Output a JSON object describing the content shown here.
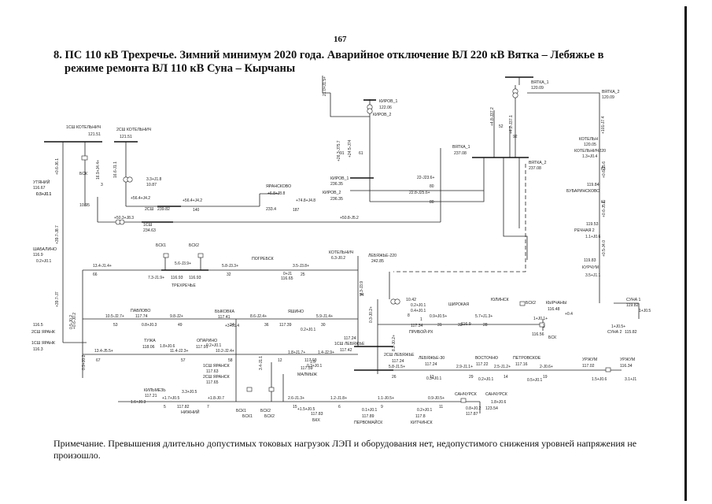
{
  "page_number": "167",
  "heading": {
    "line1": "8. ПС 110 кВ Трехречье. Зимний минимум 2020 года. Аварийное отключение ВЛ 220 кВ Вятка – Лебяжье в",
    "line2": "режиме ремонта ВЛ 110 кВ Суна – Кырчаны"
  },
  "note": "Примечание. Превышения длительно допустимых токовых нагрузок ЛЭП и оборудования нет, недопустимого снижения уровней напряжения не произошло.",
  "labels": [
    {
      "id": "kirov1",
      "text": "КИРОВ_1"
    },
    {
      "id": "kirov1-v",
      "text": "122.06"
    },
    {
      "id": "kirov2",
      "text": "КИРОВ_2"
    },
    {
      "id": "vyatka1",
      "text": "ВЯТКА_1"
    },
    {
      "id": "vyatka1-v",
      "text": "120.09"
    },
    {
      "id": "vyatka2",
      "text": "ВЯТКА_2"
    },
    {
      "id": "vyatka2-v",
      "text": "120.09"
    },
    {
      "id": "kotelnich1",
      "text": "1СШ КОТЕЛЬНИЧ"
    },
    {
      "id": "kotelnich1-v",
      "text": "121.51"
    },
    {
      "id": "kotelnich2",
      "text": "2СШ КОТЕЛЬНИЧ"
    },
    {
      "id": "kotelnich2-v",
      "text": "121.51"
    },
    {
      "id": "bsk-kot",
      "text": "БСК"
    },
    {
      "id": "v1095",
      "text": "10.95"
    },
    {
      "id": "v1087",
      "text": "10.87"
    },
    {
      "id": "2ssh",
      "text": "2СШ"
    },
    {
      "id": "v23982",
      "text": "239.82"
    },
    {
      "id": "1ssh",
      "text": "1СШ"
    },
    {
      "id": "v23463",
      "text": "234.63"
    },
    {
      "id": "yaransk-node",
      "text": "ЯРАНСКОВО"
    },
    {
      "id": "v2334",
      "text": "233.4"
    },
    {
      "id": "kirov-2-220a",
      "text": "КИРОВ_1"
    },
    {
      "id": "kirov-2-220a-v",
      "text": "236.35"
    },
    {
      "id": "kirov-2-220b",
      "text": "КИРОВ_2"
    },
    {
      "id": "kirov-2-220b-v",
      "text": "236.35"
    },
    {
      "id": "vyatka-220a",
      "text": "ВЯТКА_1"
    },
    {
      "id": "vyatka-220a-v",
      "text": "237.08"
    },
    {
      "id": "vyatka-220b",
      "text": "ВЯТКА_2"
    },
    {
      "id": "vyatka-220b-v",
      "text": "237.08"
    },
    {
      "id": "utyaniy",
      "text": "УТЯНИЙ"
    },
    {
      "id": "utyaniy-v",
      "text": "116.67"
    },
    {
      "id": "shabalino",
      "text": "ШАБАЛИНО"
    },
    {
      "id": "shabalino-v",
      "text": "116.9"
    },
    {
      "id": "trehreche",
      "text": "ТРЕХРЕЧЬЕ"
    },
    {
      "id": "bsk1-top",
      "text": "БСК1"
    },
    {
      "id": "bsk2-top",
      "text": "БСК2"
    },
    {
      "id": "v11693",
      "text": "116.93"
    },
    {
      "id": "v11693b",
      "text": "116.93"
    },
    {
      "id": "pogreb",
      "text": "ПОГРЕБСК"
    },
    {
      "id": "pogreb-v",
      "text": "116.65"
    },
    {
      "id": "kotelnich-t",
      "text": "КОТЕЛЬНИЧ"
    },
    {
      "id": "lebyazhe",
      "text": "ЛЕБЯЖЬЕ-220"
    },
    {
      "id": "lebyazhe-v",
      "text": "242.85"
    },
    {
      "id": "kotelnich3",
      "text": "КОТЕЛЬН"
    },
    {
      "id": "kotelnich3-v",
      "text": "120.05"
    },
    {
      "id": "kotelnich-220",
      "text": "КОТЕЛЬНИЧ220"
    },
    {
      "id": "v11594",
      "text": "119.84"
    },
    {
      "id": "bubarinsk",
      "text": "БУБАРИНСКОВО"
    },
    {
      "id": "v11953",
      "text": "119.53"
    },
    {
      "id": "rechnaya",
      "text": "РЕЧНАЯ 2"
    },
    {
      "id": "v11983",
      "text": "119.83"
    },
    {
      "id": "kurchum",
      "text": "КУРЧУМ"
    },
    {
      "id": "suna1",
      "text": "СУНА 1"
    },
    {
      "id": "suna1-v",
      "text": "119.82"
    },
    {
      "id": "suna2",
      "text": "СУНА 2"
    },
    {
      "id": "suna2-v",
      "text": "115.82"
    },
    {
      "id": "yolinsk",
      "text": "ЮЛИНСК"
    },
    {
      "id": "bsk-yol",
      "text": "БСК2"
    },
    {
      "id": "kyrchany",
      "text": "КЫРЧАНЫ"
    },
    {
      "id": "kyrchany-v",
      "text": "116.48"
    },
    {
      "id": "shirokaya",
      "text": "ШИРОКАЯ"
    },
    {
      "id": "shirokaya-v",
      "text": "116.9"
    },
    {
      "id": "pavlovo",
      "text": "ПАВЛОВО"
    },
    {
      "id": "pavlovo-v",
      "text": "117.74"
    },
    {
      "id": "bykovka",
      "text": "БЫКОВКА"
    },
    {
      "id": "bykovka-v",
      "text": "117.41"
    },
    {
      "id": "kashkino",
      "text": "ЯШИНО"
    },
    {
      "id": "kashkino-v",
      "text": "117.39"
    },
    {
      "id": "priboy",
      "text": "ПРИБОЙ-РХ"
    },
    {
      "id": "priboy-v",
      "text": "117.34"
    },
    {
      "id": "v11656",
      "text": "116.56"
    },
    {
      "id": "bsk-pr",
      "text": "БСК"
    },
    {
      "id": "yarsk1",
      "text": "1СШ ЯРАНК"
    },
    {
      "id": "yarsk1-v",
      "text": "116.3"
    },
    {
      "id": "yarsk-top",
      "text": "2СШ ЯРАНК"
    },
    {
      "id": "yarsk-top-v",
      "text": "116.5"
    },
    {
      "id": "tuzha",
      "text": "ТУЖА"
    },
    {
      "id": "tuzha-v",
      "text": "118.06"
    },
    {
      "id": "oparino",
      "text": "ОПАРИНО"
    },
    {
      "id": "oparino-v",
      "text": "117.91"
    },
    {
      "id": "yar1ssh",
      "text": "1СШ ЯРАНСК"
    },
    {
      "id": "yar1ssh-v",
      "text": "117.63"
    },
    {
      "id": "yar2ssh",
      "text": "2СШ ЯРАНСК"
    },
    {
      "id": "yar2ssh-v",
      "text": "117.65"
    },
    {
      "id": "bsk1-b",
      "text": "БСК1"
    },
    {
      "id": "bsk2-b",
      "text": "БСК2"
    },
    {
      "id": "leb1ssh",
      "text": "1СШ ЛЕБЯЖЬЕ"
    },
    {
      "id": "leb1ssh-v",
      "text": "117.24"
    },
    {
      "id": "malmyzh",
      "text": "МАЛМЫЖ"
    },
    {
      "id": "malmyzh-v",
      "text": "117.59"
    },
    {
      "id": "leb2ssh",
      "text": "2СШ ЛЕБЯЖЬЕ"
    },
    {
      "id": "leb2ssh-v",
      "text": "117.24"
    },
    {
      "id": "lebyazhe30",
      "text": "ЛЕБЯЖЬЕ-30"
    },
    {
      "id": "lebyazhe30-v",
      "text": "117.24"
    },
    {
      "id": "vostok",
      "text": "ВОСТОЧНО"
    },
    {
      "id": "vostok-v",
      "text": "117.22"
    },
    {
      "id": "petrovsk",
      "text": "ПЕТРОВСКОЕ"
    },
    {
      "id": "petrovsk-v",
      "text": "117.16"
    },
    {
      "id": "urzhum",
      "text": "УРЖУМ"
    },
    {
      "id": "urzhum-v",
      "text": "117.02"
    },
    {
      "id": "urzhum2",
      "text": "УРЖУМ"
    },
    {
      "id": "urzhum2-v",
      "text": "116.34"
    },
    {
      "id": "kilmez",
      "text": "КИЛЬМЕЗЬ"
    },
    {
      "id": "kilmez-v",
      "text": "117.21"
    },
    {
      "id": "v11782",
      "text": "117.82"
    },
    {
      "id": "nizhn",
      "text": "НИЖНИЙ"
    },
    {
      "id": "bsk1-c",
      "text": "БСК1"
    },
    {
      "id": "bsk2-c",
      "text": "БСК2"
    },
    {
      "id": "sanchursk",
      "text": "САНЧУРСК"
    },
    {
      "id": "sanchursk-v",
      "text": "117.87"
    },
    {
      "id": "sanchursk2",
      "text": "САНЧУРСК"
    },
    {
      "id": "sanchursk2-v",
      "text": "123.54"
    },
    {
      "id": "v11783",
      "text": "117.83"
    },
    {
      "id": "v11789",
      "text": "117.89"
    },
    {
      "id": "v1178",
      "text": "117.8"
    },
    {
      "id": "bkh",
      "text": "БКХ"
    },
    {
      "id": "pervomaysk",
      "text": "ПЕРВОМАЙСК"
    },
    {
      "id": "kitchinsk",
      "text": "КИТЧИНСК"
    },
    {
      "id": "v11703",
      "text": "117.03"
    },
    {
      "id": "v11742",
      "text": "117.42"
    },
    {
      "id": "v1062",
      "text": "10.42"
    }
  ],
  "flows": [
    {
      "id": "f-kirov-top",
      "text": "21.0+J1.5+"
    },
    {
      "id": "f-vyatka-v1",
      "text": "+4.8-J37.2"
    },
    {
      "id": "f-vyatka-v2",
      "text": "+4.2-J37.1"
    },
    {
      "id": "f-vyatka-right",
      "text": "+101-J7.4"
    },
    {
      "id": "f-kirov-v1",
      "text": "+26.3-J75.7"
    },
    {
      "id": "f-kirov-v2",
      "text": "+24.5-J74"
    },
    {
      "id": "f-kot-a",
      "text": "0.5+J0.1"
    },
    {
      "id": "f-kot-b",
      "text": "+0.6-J6.1"
    },
    {
      "id": "f-kot-c",
      "text": "16.9+J4.4+"
    },
    {
      "id": "f-kot-d",
      "text": "16.6-J1.1"
    },
    {
      "id": "f-bsk1",
      "text": "3.3+J1.8"
    },
    {
      "id": "f-l140a",
      "text": "+56.4+J4.2"
    },
    {
      "id": "f-l140b",
      "text": "+56.4+J4.2"
    },
    {
      "id": "f-yar-a",
      "text": "+6.8+J8.8"
    },
    {
      "id": "f-yar-b",
      "text": "+74.8+J4.8"
    },
    {
      "id": "f-kir220a",
      "text": "22-J23.6+"
    },
    {
      "id": "f-kir220b",
      "text": "22.8-J25.6+"
    },
    {
      "id": "f-1ssh",
      "text": "+50.3+J8.3"
    },
    {
      "id": "f-1ssh-r",
      "text": "+50.8-J5.2"
    },
    {
      "id": "f-util",
      "text": "0.3+J0.1"
    },
    {
      "id": "f-util-v",
      "text": "+39.7-J8.7"
    },
    {
      "id": "f-shab",
      "text": "0.2+J0.1"
    },
    {
      "id": "f-trehr1",
      "text": "5.6-J3.9+"
    },
    {
      "id": "f-trehr2",
      "text": "7.3-J1.9+"
    },
    {
      "id": "f-trehr3",
      "text": "5.8-J3.3+"
    },
    {
      "id": "f-pogr",
      "text": "3.5-J3.8+"
    },
    {
      "id": "f-pogr2",
      "text": "0+J1"
    },
    {
      "id": "f-kot-t",
      "text": "6.3-J0.2"
    },
    {
      "id": "f-l66",
      "text": "13.4-J1.4+"
    },
    {
      "id": "f-leb-v",
      "text": "4.3-J3.9"
    },
    {
      "id": "f-kotel-r1",
      "text": "1.3+J0.4"
    },
    {
      "id": "f-kotel-r2",
      "text": "+0.6-J5.6"
    },
    {
      "id": "f-kotel-r3",
      "text": "+0.6-J5.1"
    },
    {
      "id": "f-rech",
      "text": "1.1+J0.6"
    },
    {
      "id": "f-rech-v",
      "text": "+0.5-J4.0"
    },
    {
      "id": "f-kurch",
      "text": "3.5+J1.1"
    },
    {
      "id": "f-suna",
      "text": "1+J0.5"
    },
    {
      "id": "f-suna-b",
      "text": "1+J0.5+"
    },
    {
      "id": "f-yar-v",
      "text": "+39.7-J7"
    },
    {
      "id": "f-yar-v2",
      "text": "0.5-J0.2"
    },
    {
      "id": "f-pav1",
      "text": "10.5-J2.7+"
    },
    {
      "id": "f-pav2",
      "text": "0.8+J0.3"
    },
    {
      "id": "f-pav3",
      "text": "9.8-J2+"
    },
    {
      "id": "f-byk1",
      "text": "+3+J1.4"
    },
    {
      "id": "f-byk2",
      "text": "8.6-J2.4+"
    },
    {
      "id": "f-yash1",
      "text": "5.9-J1.4+"
    },
    {
      "id": "f-yash2",
      "text": "0.2+J0.1"
    },
    {
      "id": "f-leb-a",
      "text": "0.3-J0.2+"
    },
    {
      "id": "f-leb-b",
      "text": "0.4+J0.1"
    },
    {
      "id": "f-leb-c",
      "text": "0.2+J0.1"
    },
    {
      "id": "f-shir1",
      "text": "0.9+J0.5+"
    },
    {
      "id": "f-shir2",
      "text": "5.7+J1.3+"
    },
    {
      "id": "f-yol",
      "text": "1+J0.1+"
    },
    {
      "id": "f-kyrch",
      "text": "+0.4"
    },
    {
      "id": "f-pri1",
      "text": "8.2-J0.2+"
    },
    {
      "id": "f-tuz1",
      "text": "13.4-J5.5+"
    },
    {
      "id": "f-tuz2",
      "text": "1.8+J0.6"
    },
    {
      "id": "f-tuz3",
      "text": "11.4-J2.3+"
    },
    {
      "id": "f-opar1",
      "text": "0.2+J0.1"
    },
    {
      "id": "f-opar2",
      "text": "10.2-J2.4+"
    },
    {
      "id": "f-yarsk-v",
      "text": "3.4-J1.1"
    },
    {
      "id": "f-malm1",
      "text": "1.8+J1.7+"
    },
    {
      "id": "f-malm2",
      "text": "1.4-J2.9+"
    },
    {
      "id": "f-malm3",
      "text": "1.5"
    },
    {
      "id": "f-malm4",
      "text": "0.3+J0.1"
    },
    {
      "id": "f-leb30a",
      "text": "5.8-J1.5+"
    },
    {
      "id": "f-leb30b",
      "text": "0.3+J0.1"
    },
    {
      "id": "f-vost1",
      "text": "2.9-J1.1+"
    },
    {
      "id": "f-vost2",
      "text": "0.2+J0.1"
    },
    {
      "id": "f-petr1",
      "text": "2.5-J1.2+"
    },
    {
      "id": "f-petr2",
      "text": "0.5+J0.1"
    },
    {
      "id": "f-petr3",
      "text": "2-J0.6+"
    },
    {
      "id": "f-urzh1",
      "text": "1.5+J0.6"
    },
    {
      "id": "f-urzh2",
      "text": "3.1+J1"
    },
    {
      "id": "f-kil1",
      "text": "3.3+J0.5"
    },
    {
      "id": "f-kil2",
      "text": "1.6+J0.3"
    },
    {
      "id": "f-kil3",
      "text": "+1.7+J0.5"
    },
    {
      "id": "f-kil4",
      "text": "+1.8-J0.7"
    },
    {
      "id": "f-nizh",
      "text": "2.6-J1.3+"
    },
    {
      "id": "f-nizh2",
      "text": "+1.5+J0.5"
    },
    {
      "id": "f-bkh1",
      "text": "1.2-J1.8+"
    },
    {
      "id": "f-bkh2",
      "text": "0.1+J0.1"
    },
    {
      "id": "f-perv1",
      "text": "1.1-J0.5+"
    },
    {
      "id": "f-perv2",
      "text": "0.2+J0.1"
    },
    {
      "id": "f-kitch",
      "text": "0.9-J0.5+"
    },
    {
      "id": "f-sanch1",
      "text": "0.8+J0.2"
    },
    {
      "id": "f-sanch2",
      "text": "1.8+J0.6"
    },
    {
      "id": "f-yarbot",
      "text": "0.9+J0.2"
    },
    {
      "id": "f-yarbot2",
      "text": "+0.6-J0.2"
    }
  ],
  "line_numbers": [
    {
      "id": "n140",
      "text": "140"
    },
    {
      "id": "n187",
      "text": "187"
    },
    {
      "id": "n80a",
      "text": "80"
    },
    {
      "id": "n80b",
      "text": "80"
    },
    {
      "id": "n61",
      "text": "61"
    },
    {
      "id": "n52",
      "text": "52"
    },
    {
      "id": "n91",
      "text": "91"
    },
    {
      "id": "n92",
      "text": "92"
    },
    {
      "id": "n3",
      "text": "3"
    },
    {
      "id": "n66",
      "text": "66"
    },
    {
      "id": "n32",
      "text": "32"
    },
    {
      "id": "n25",
      "text": "25"
    },
    {
      "id": "n24",
      "text": "24"
    },
    {
      "id": "n62",
      "text": "62"
    },
    {
      "id": "n63",
      "text": "63"
    },
    {
      "id": "n53",
      "text": "53"
    },
    {
      "id": "n49",
      "text": "49"
    },
    {
      "id": "n34",
      "text": "34"
    },
    {
      "id": "n36",
      "text": "36"
    },
    {
      "id": "n30",
      "text": "30"
    },
    {
      "id": "n57",
      "text": "57"
    },
    {
      "id": "n67",
      "text": "67"
    },
    {
      "id": "n58",
      "text": "58"
    },
    {
      "id": "n12",
      "text": "12"
    },
    {
      "id": "n31",
      "text": "31"
    },
    {
      "id": "n28",
      "text": "28"
    },
    {
      "id": "n26",
      "text": "26"
    },
    {
      "id": "n29",
      "text": "29"
    },
    {
      "id": "n33",
      "text": "33"
    },
    {
      "id": "n14",
      "text": "14"
    },
    {
      "id": "n19",
      "text": "19"
    },
    {
      "id": "n13",
      "text": "13"
    },
    {
      "id": "n15",
      "text": "15"
    },
    {
      "id": "n6",
      "text": "6"
    },
    {
      "id": "n9",
      "text": "9"
    },
    {
      "id": "n7",
      "text": "7"
    },
    {
      "id": "n5",
      "text": "5"
    },
    {
      "id": "n2",
      "text": "2"
    },
    {
      "id": "n1",
      "text": "1"
    },
    {
      "id": "n8",
      "text": "8"
    },
    {
      "id": "n11",
      "text": "11"
    }
  ]
}
